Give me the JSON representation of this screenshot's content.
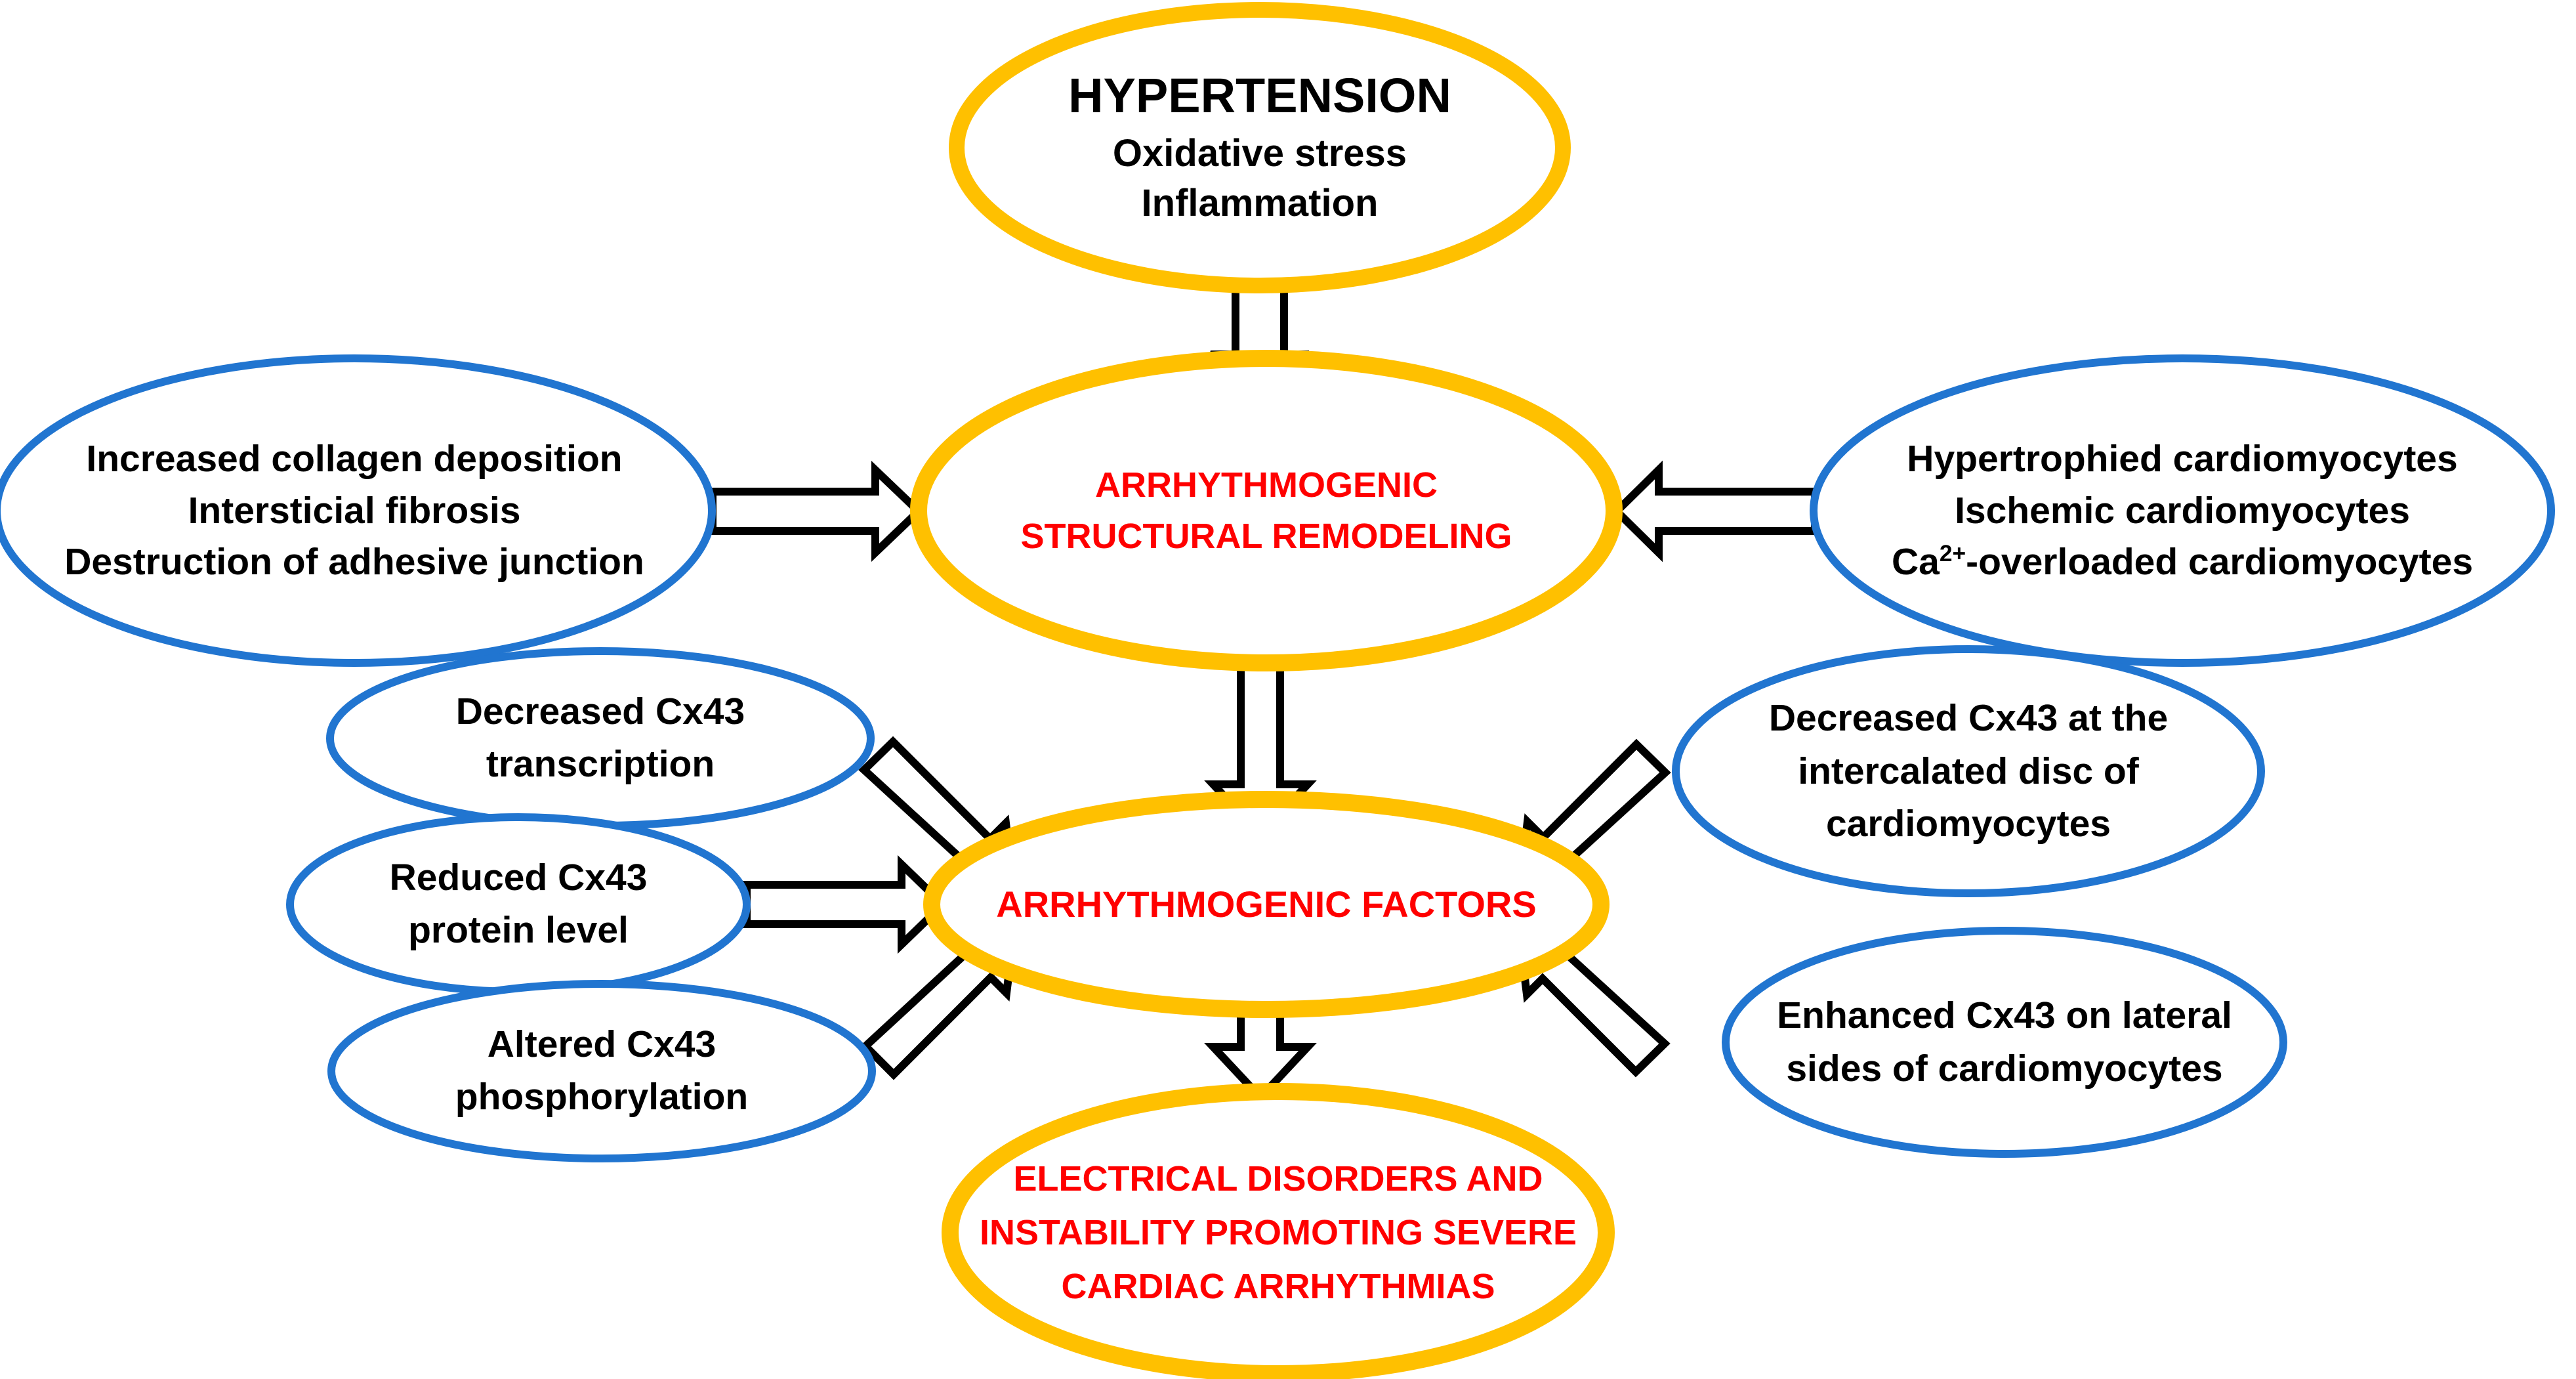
{
  "diagram": {
    "title": "Hypertension-induced arrhythmogenic remodeling pathway",
    "colors": {
      "yellow_stroke": "#FFC000",
      "blue_stroke": "#2175D0",
      "red_text": "#FF0000",
      "black_text": "#000000",
      "arrow_stroke": "#000000",
      "arrow_fill": "#FFFFFF",
      "background": "#FFFFFF"
    },
    "nodes": {
      "hypertension": {
        "lines": [
          "HYPERTENSION",
          "Oxidative stress",
          "Inflammation"
        ],
        "shape": "ellipse",
        "stroke": "yellow",
        "text_color": "black"
      },
      "structural_remodeling": {
        "lines": [
          "ARRHYTHMOGENIC",
          "STRUCTURAL REMODELING"
        ],
        "shape": "ellipse",
        "stroke": "yellow",
        "text_color": "red"
      },
      "fibrosis": {
        "lines": [
          "Increased collagen deposition",
          "Intersticial fibrosis",
          "Destruction of adhesive junction"
        ],
        "shape": "ellipse",
        "stroke": "blue",
        "text_color": "black"
      },
      "cardiomyocytes": {
        "lines": [
          "Hypertrophied cardiomyocytes",
          "Ischemic cardiomyocytes",
          "Ca2+-overloaded cardiomyocytes"
        ],
        "line3_prefix": "Ca",
        "line3_sup": "2+",
        "line3_suffix": "-overloaded cardiomyocytes",
        "shape": "ellipse",
        "stroke": "blue",
        "text_color": "black"
      },
      "cx43_transcription": {
        "lines": [
          "Decreased Cx43",
          "transcription"
        ],
        "shape": "ellipse",
        "stroke": "blue",
        "text_color": "black"
      },
      "cx43_protein": {
        "lines": [
          "Reduced Cx43",
          "protein level"
        ],
        "shape": "ellipse",
        "stroke": "blue",
        "text_color": "black"
      },
      "cx43_phosphorylation": {
        "lines": [
          "Altered Cx43",
          "phosphorylation"
        ],
        "shape": "ellipse",
        "stroke": "blue",
        "text_color": "black"
      },
      "cx43_intercalated": {
        "lines": [
          "Decreased Cx43 at the",
          "intercalated disc of",
          "cardiomyocytes"
        ],
        "shape": "ellipse",
        "stroke": "blue",
        "text_color": "black"
      },
      "cx43_lateral": {
        "lines": [
          "Enhanced Cx43 on lateral",
          "sides of cardiomyocytes"
        ],
        "shape": "ellipse",
        "stroke": "blue",
        "text_color": "black"
      },
      "arrhythmogenic_factors": {
        "lines": [
          "ARRHYTHMOGENIC FACTORS"
        ],
        "shape": "ellipse",
        "stroke": "yellow",
        "text_color": "red"
      },
      "electrical_disorders": {
        "lines": [
          "ELECTRICAL DISORDERS AND",
          "INSTABILITY PROMOTING SEVERE",
          "CARDIAC ARRHYTHMIAS"
        ],
        "shape": "ellipse",
        "stroke": "yellow",
        "text_color": "red"
      }
    },
    "edges": [
      {
        "id": "hypertension-to-structural",
        "from": "hypertension",
        "to": "structural_remodeling",
        "direction": "down"
      },
      {
        "id": "fibrosis-to-structural",
        "from": "fibrosis",
        "to": "structural_remodeling",
        "direction": "right"
      },
      {
        "id": "cardiomyocytes-to-structural",
        "from": "cardiomyocytes",
        "to": "structural_remodeling",
        "direction": "left"
      },
      {
        "id": "structural-to-factors",
        "from": "structural_remodeling",
        "to": "arrhythmogenic_factors",
        "direction": "down"
      },
      {
        "id": "cx43-transcription-to-factors",
        "from": "cx43_transcription",
        "to": "arrhythmogenic_factors",
        "direction": "down-right"
      },
      {
        "id": "cx43-protein-to-factors",
        "from": "cx43_protein",
        "to": "arrhythmogenic_factors",
        "direction": "right"
      },
      {
        "id": "cx43-phosphorylation-to-factors",
        "from": "cx43_phosphorylation",
        "to": "arrhythmogenic_factors",
        "direction": "up-right"
      },
      {
        "id": "cx43-intercalated-to-factors",
        "from": "cx43_intercalated",
        "to": "arrhythmogenic_factors",
        "direction": "down-left"
      },
      {
        "id": "cx43-lateral-to-factors",
        "from": "cx43_lateral",
        "to": "arrhythmogenic_factors",
        "direction": "up-left"
      },
      {
        "id": "factors-to-electrical",
        "from": "arrhythmogenic_factors",
        "to": "electrical_disorders",
        "direction": "down"
      }
    ]
  }
}
